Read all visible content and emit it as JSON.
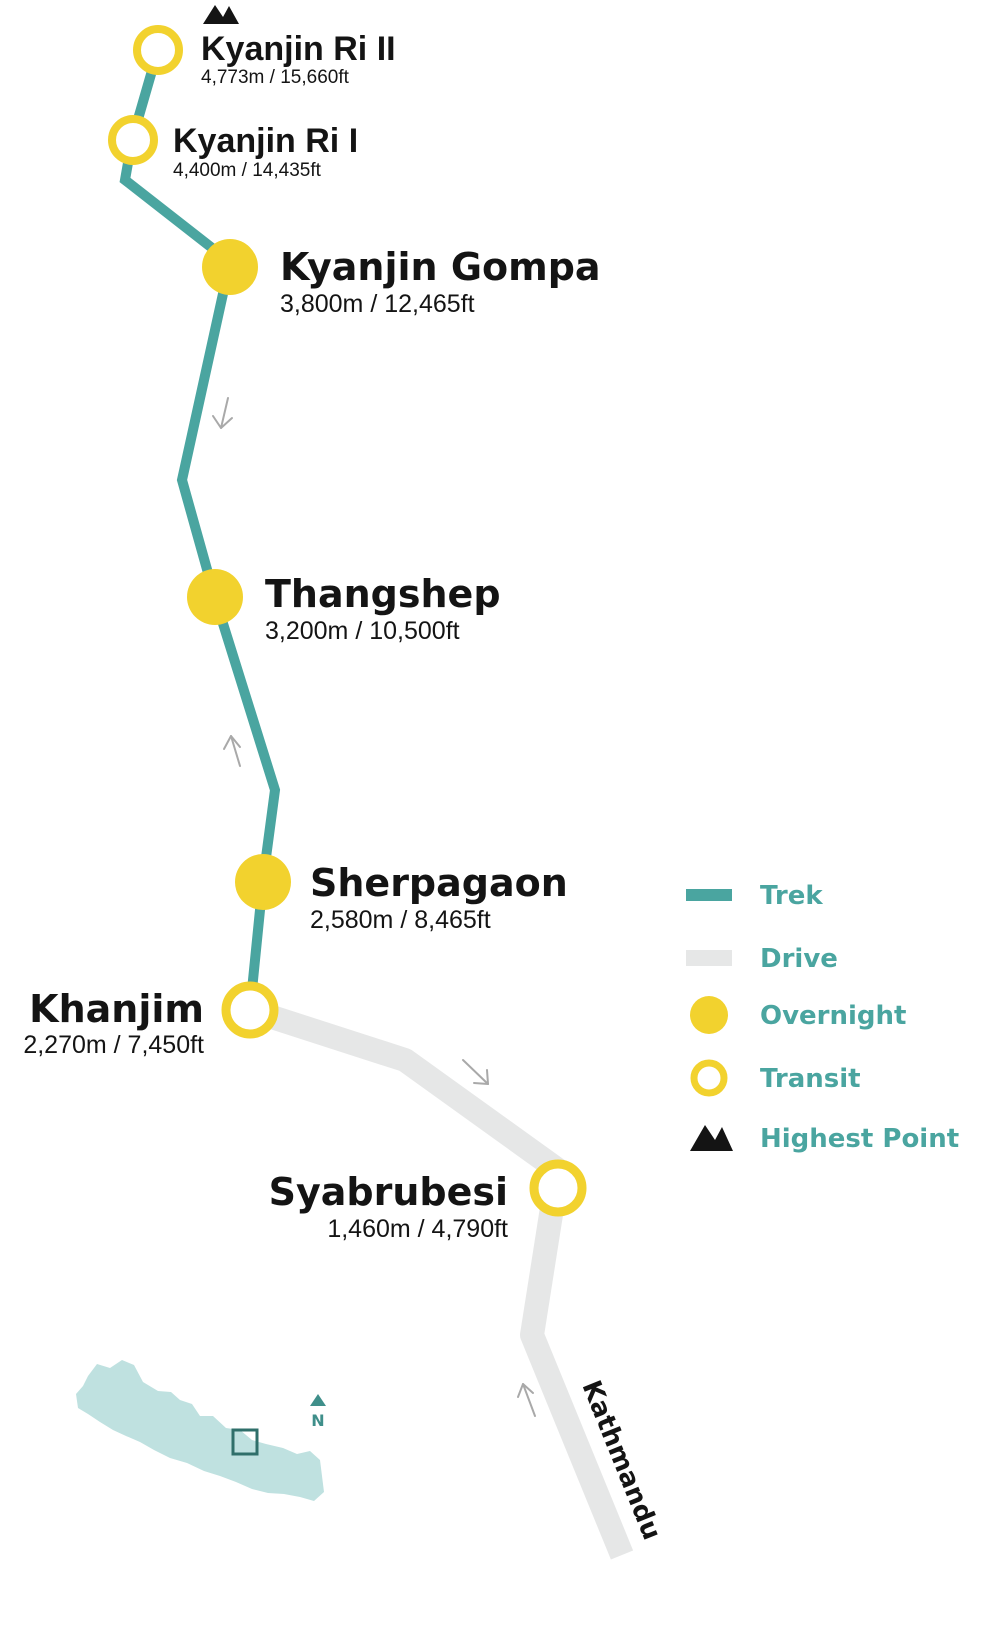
{
  "colors": {
    "trek": "#4aa5a0",
    "drive": "#e6e7e7",
    "stop": "#f2d22e",
    "arrow": "#a9a9a9",
    "text": "#141414",
    "legend_text": "#4aa5a0",
    "inset_country": "#bfe1e0",
    "inset_marker": "#2f6f6a"
  },
  "stops": [
    {
      "name": "Kyanjin Ri II",
      "elevation": "4,773m / 15,660ft",
      "type": "transit",
      "highest_point": true
    },
    {
      "name": "Kyanjin Ri I",
      "elevation": "4,400m / 14,435ft",
      "type": "transit"
    },
    {
      "name": "Kyanjin Gompa",
      "elevation": "3,800m / 12,465ft",
      "type": "overnight"
    },
    {
      "name": "Thangshep",
      "elevation": "3,200m / 10,500ft",
      "type": "overnight"
    },
    {
      "name": "Sherpagaon",
      "elevation": "2,580m / 8,465ft",
      "type": "overnight"
    },
    {
      "name": "Khanjim",
      "elevation": "2,270m / 7,450ft",
      "type": "transit"
    },
    {
      "name": "Syabrubesi",
      "elevation": "1,460m / 4,790ft",
      "type": "transit"
    }
  ],
  "destination_label": "Kathmandu",
  "legend": {
    "trek": "Trek",
    "drive": "Drive",
    "overnight": "Overnight",
    "transit": "Transit",
    "highest_point": "Highest Point"
  },
  "inset": {
    "north_label": "N",
    "highest_point_icon": "mountain-icon",
    "north_icon": "north-arrow-icon"
  }
}
